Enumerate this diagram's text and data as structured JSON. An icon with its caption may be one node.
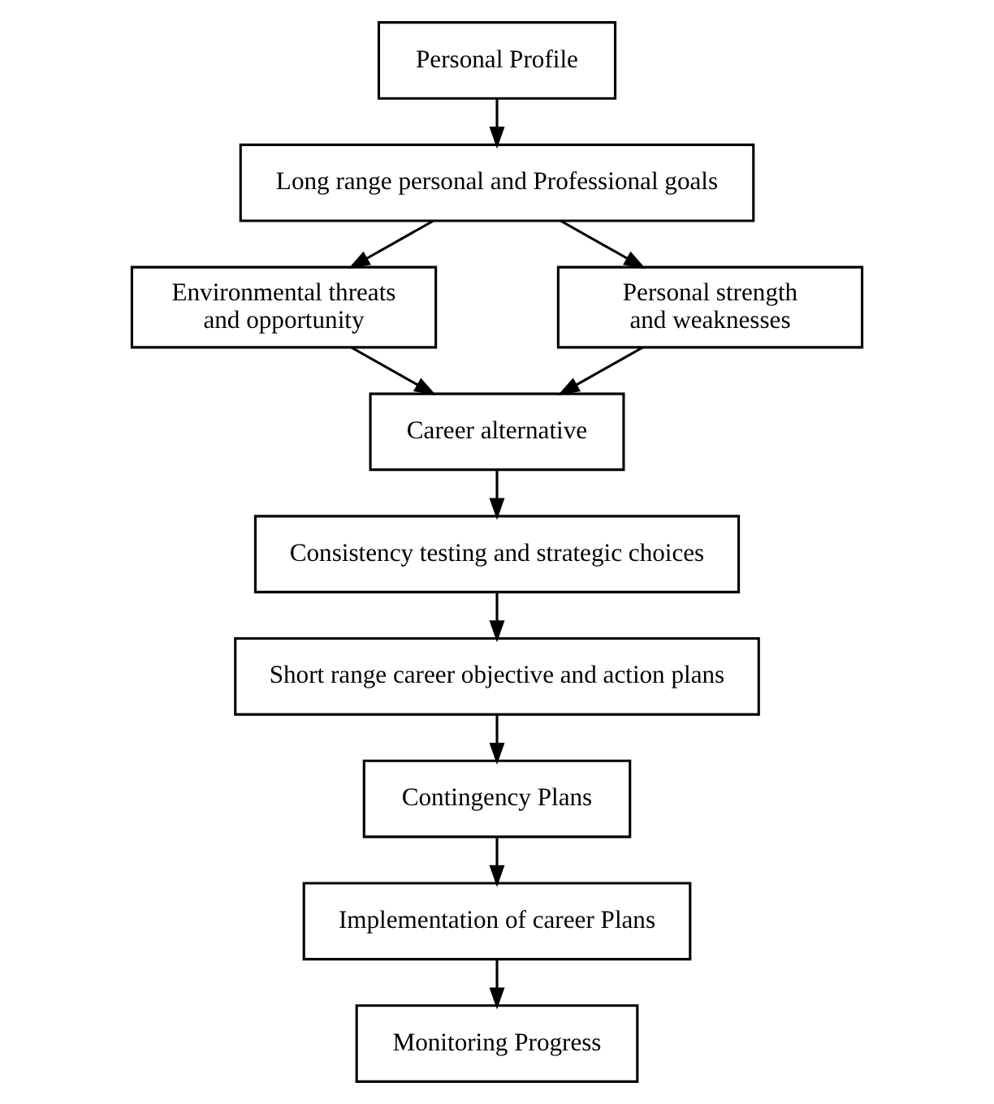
{
  "diagram": {
    "nodes": [
      {
        "text": [
          "Personal Profile"
        ]
      },
      {
        "text": [
          "Long range personal and Professional goals"
        ]
      },
      {
        "text": [
          "Environmental threats and opportunity"
        ]
      },
      {
        "text": [
          "Personal strength and weaknesses"
        ]
      },
      {
        "text": [
          "Career alternative"
        ]
      },
      {
        "text": [
          "Consistency testing and strategic choices"
        ]
      },
      {
        "text": [
          "Short range career objective and action plans"
        ]
      },
      {
        "text": [
          "Contingency Plans"
        ]
      },
      {
        "text": [
          "Implementation of career Plans"
        ]
      },
      {
        "text": [
          "Monitoring Progress"
        ]
      }
    ],
    "edges": [
      {
        "from": 0,
        "to": 1,
        "arrow": "to"
      },
      {
        "from": 1,
        "to": 2,
        "arrow": "to"
      },
      {
        "from": 1,
        "to": 3,
        "arrow": "to"
      },
      {
        "from": 2,
        "to": 4,
        "arrow": "to"
      },
      {
        "from": 3,
        "to": 4,
        "arrow": "to"
      },
      {
        "from": 4,
        "to": 5,
        "arrow": "to"
      },
      {
        "from": 5,
        "to": 6,
        "arrow": "to"
      },
      {
        "from": 6,
        "to": 7,
        "arrow": "to"
      },
      {
        "from": 7,
        "to": 8,
        "arrow": "to"
      },
      {
        "from": 8,
        "to": 9,
        "arrow": "to"
      }
    ]
  }
}
